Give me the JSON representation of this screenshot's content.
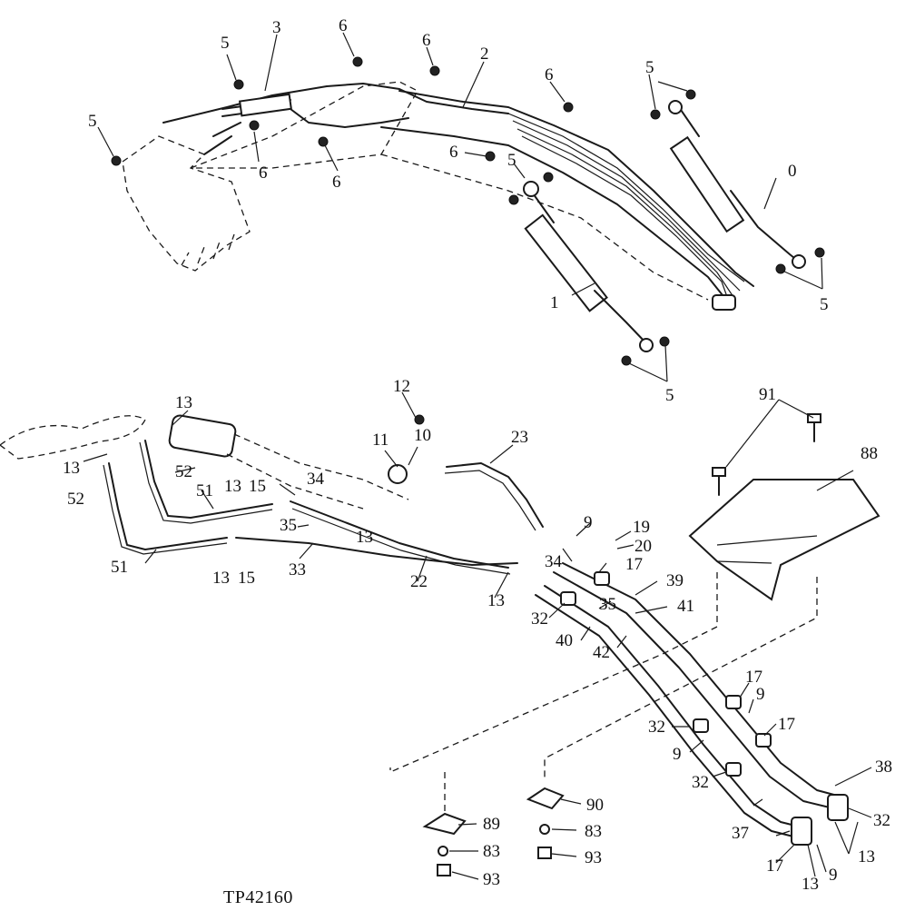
{
  "figure_id": "TP42160",
  "callouts": {
    "c0": "0",
    "c1": "1",
    "c2": "2",
    "c3": "3",
    "c5a": "5",
    "c5b": "5",
    "c5c": "5",
    "c5d": "5",
    "c5e": "5",
    "c5f": "5",
    "c6a": "6",
    "c6b": "6",
    "c6c": "6",
    "c6d": "6",
    "c6e": "6",
    "c6f": "6",
    "c9a": "9",
    "c9b": "9",
    "c9c": "9",
    "c9d": "9",
    "c10": "10",
    "c11": "11",
    "c12": "12",
    "c13a": "13",
    "c13b": "13",
    "c13c": "13",
    "c13d": "13",
    "c13e": "13",
    "c13f": "13",
    "c13g": "13",
    "c15a": "15",
    "c15b": "15",
    "c17a": "17",
    "c17b": "17",
    "c17c": "17",
    "c17d": "17",
    "c19": "19",
    "c20": "20",
    "c22": "22",
    "c23": "23",
    "c32a": "32",
    "c32b": "32",
    "c32c": "32",
    "c32d": "32",
    "c33": "33",
    "c34a": "34",
    "c34b": "34",
    "c35a": "35",
    "c35b": "35",
    "c37": "37",
    "c38": "38",
    "c39": "39",
    "c40": "40",
    "c41": "41",
    "c42": "42",
    "c51a": "51",
    "c51b": "51",
    "c52a": "52",
    "c52b": "52",
    "c83a": "83",
    "c83b": "83",
    "c88": "88",
    "c89": "89",
    "c90": "90",
    "c91": "91",
    "c93a": "93",
    "c93b": "93"
  }
}
